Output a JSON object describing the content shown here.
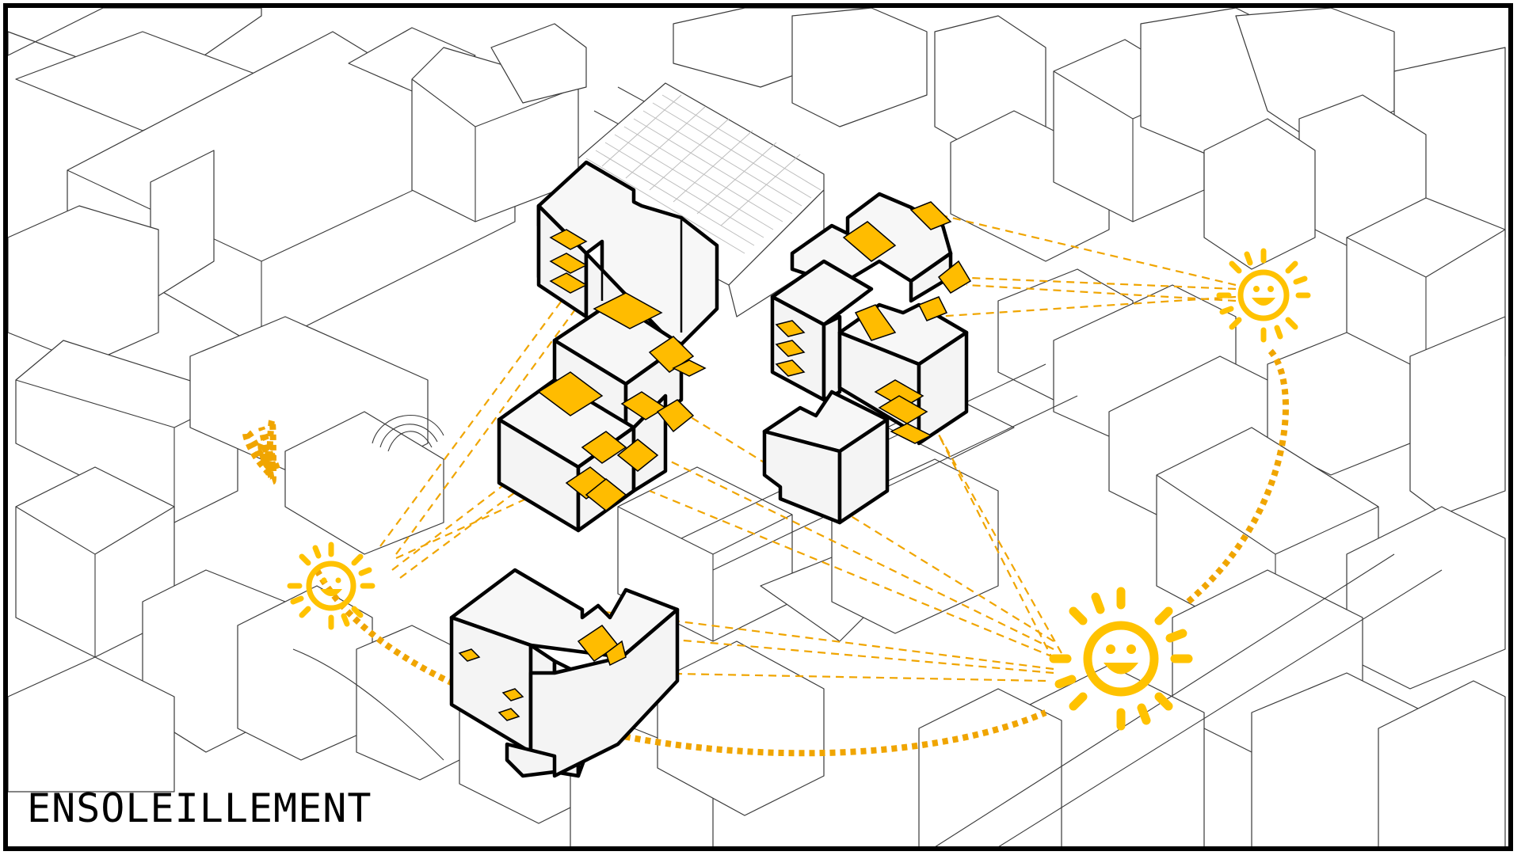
{
  "title": "ENSOLEILLEMENT",
  "colors": {
    "sun": "#ffc200",
    "sun_path": "#f0a500",
    "window": "#ffbc00",
    "rays": "#f0a500",
    "outline": "#000000",
    "context": "#3a3a3a"
  },
  "icons": {
    "sun": "smiling-sun-icon",
    "sun_path": "dashed-arc",
    "rays": "dashed-sight-lines"
  },
  "suns": [
    {
      "name": "morning-sun"
    },
    {
      "name": "noon-sun"
    },
    {
      "name": "evening-sun"
    }
  ]
}
